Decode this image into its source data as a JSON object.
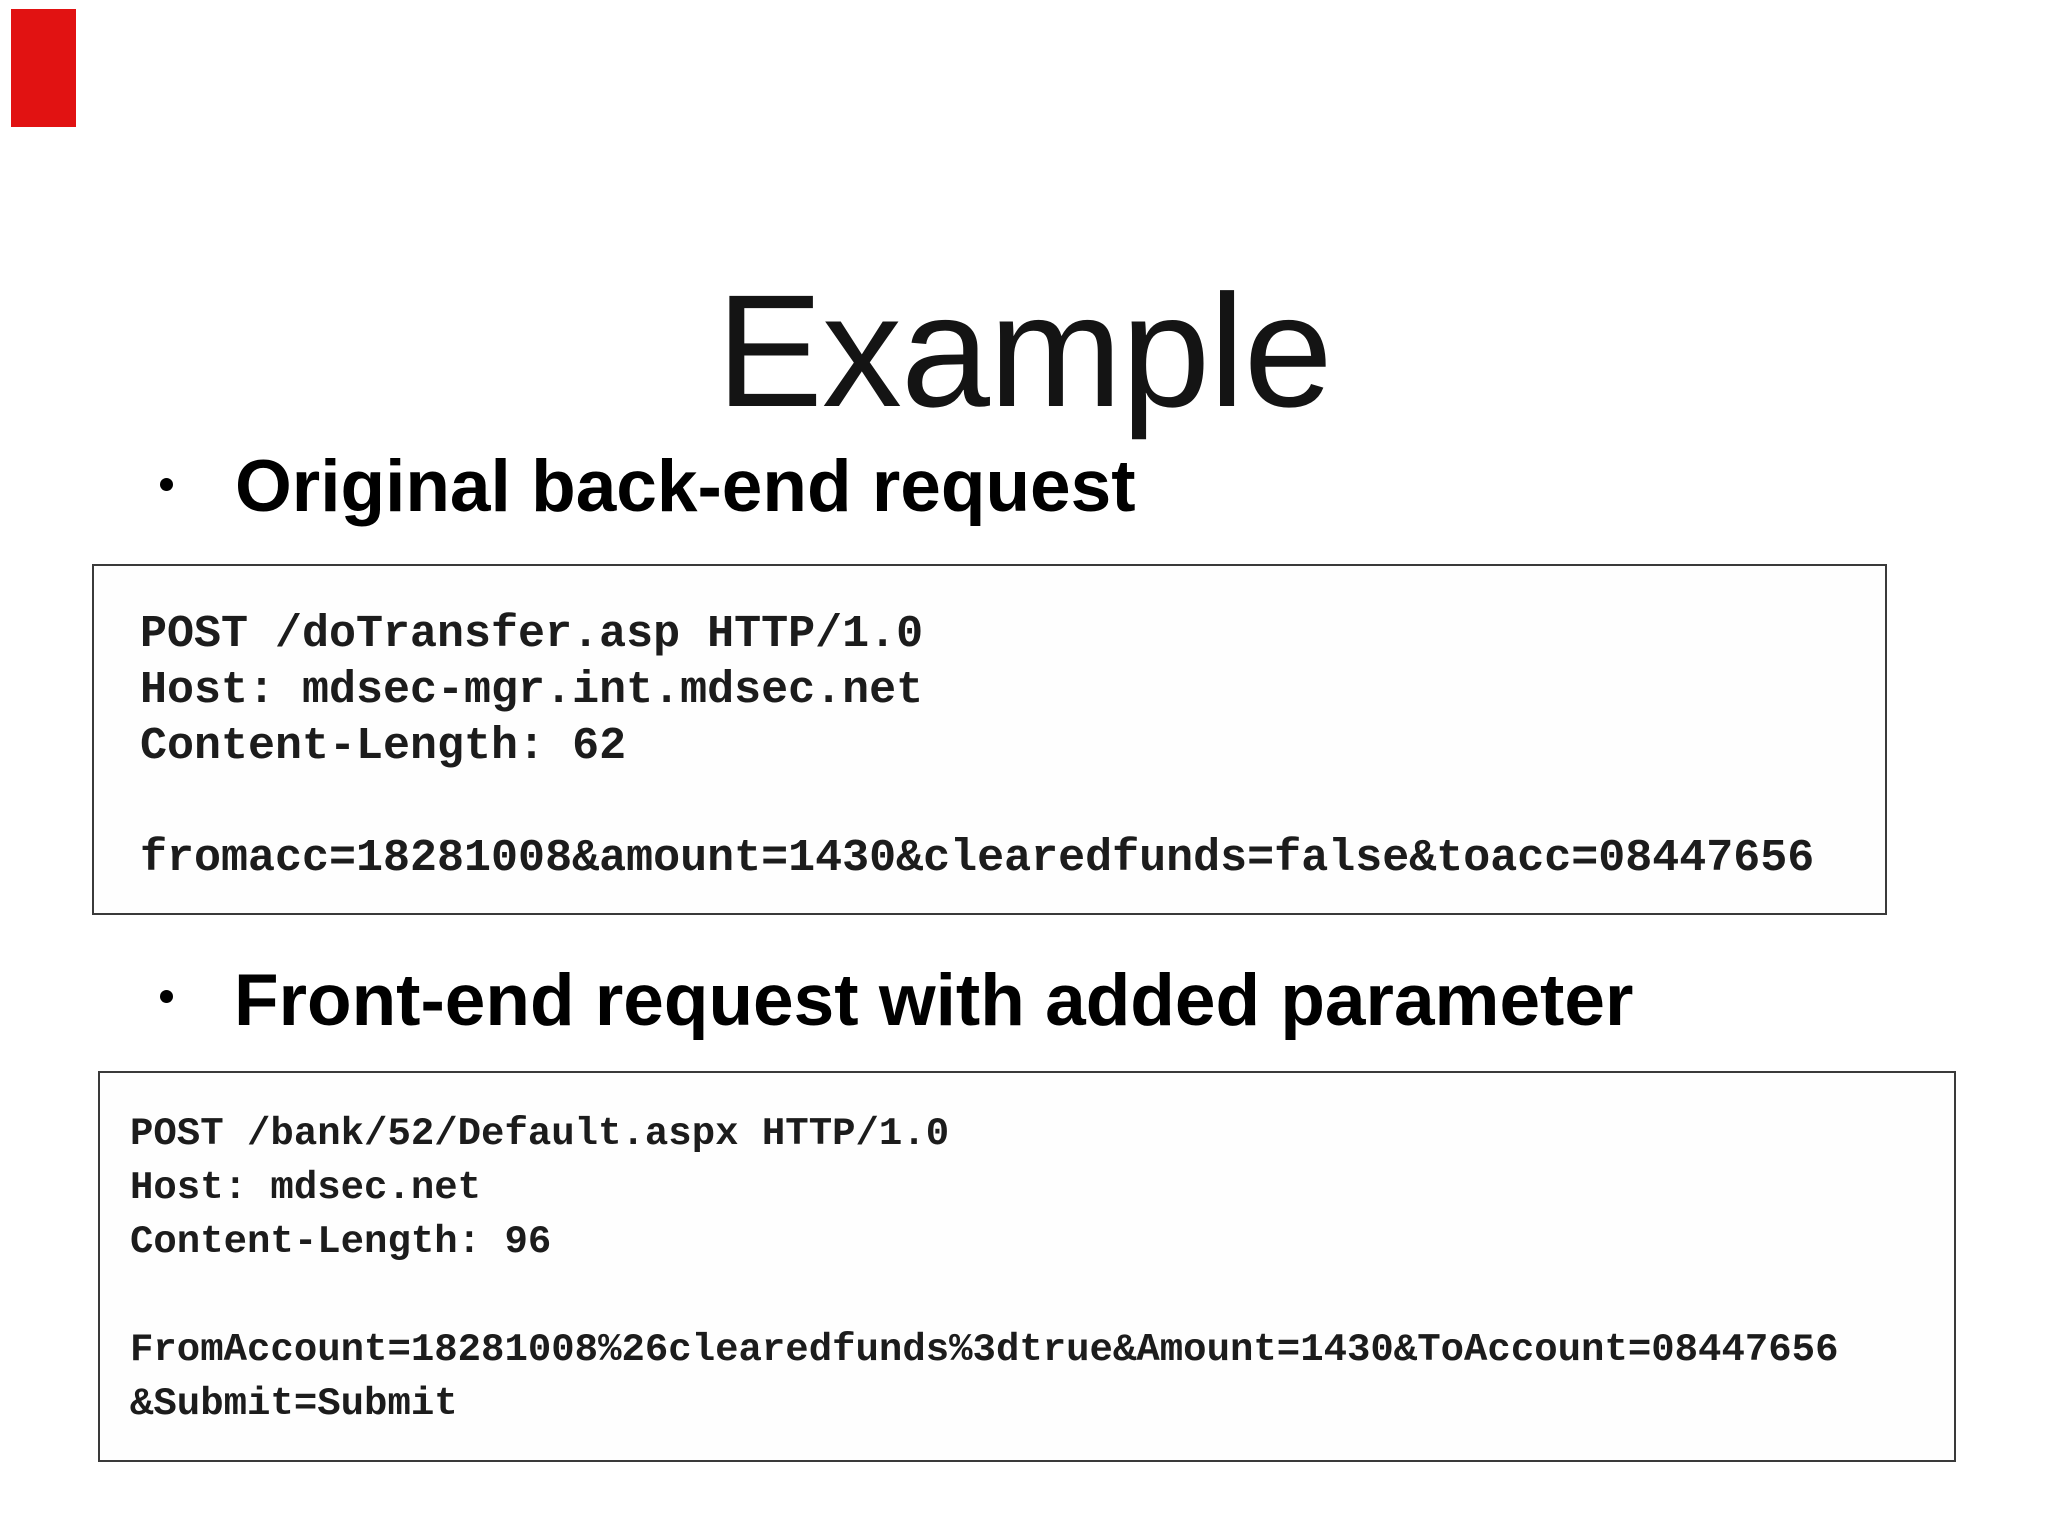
{
  "slide": {
    "title": "Example",
    "background_color": "#ffffff",
    "annotation": {
      "color": "#e11212"
    },
    "bullets": [
      {
        "glyph": "•",
        "label": "Original back-end request"
      },
      {
        "glyph": "•",
        "label": "Front-end request with added parameter"
      }
    ],
    "code_blocks": [
      {
        "text": "POST /doTransfer.asp HTTP/1.0\nHost: mdsec-mgr.int.mdsec.net\nContent-Length: 62\n\nfromacc=18281008&amount=1430&clearedfunds=false&toacc=08447656"
      },
      {
        "text": "POST /bank/52/Default.aspx HTTP/1.0\nHost: mdsec.net\nContent-Length: 96\n\nFromAccount=18281008%26clearedfunds%3dtrue&Amount=1430&ToAccount=08447656\n&Submit=Submit"
      }
    ]
  }
}
